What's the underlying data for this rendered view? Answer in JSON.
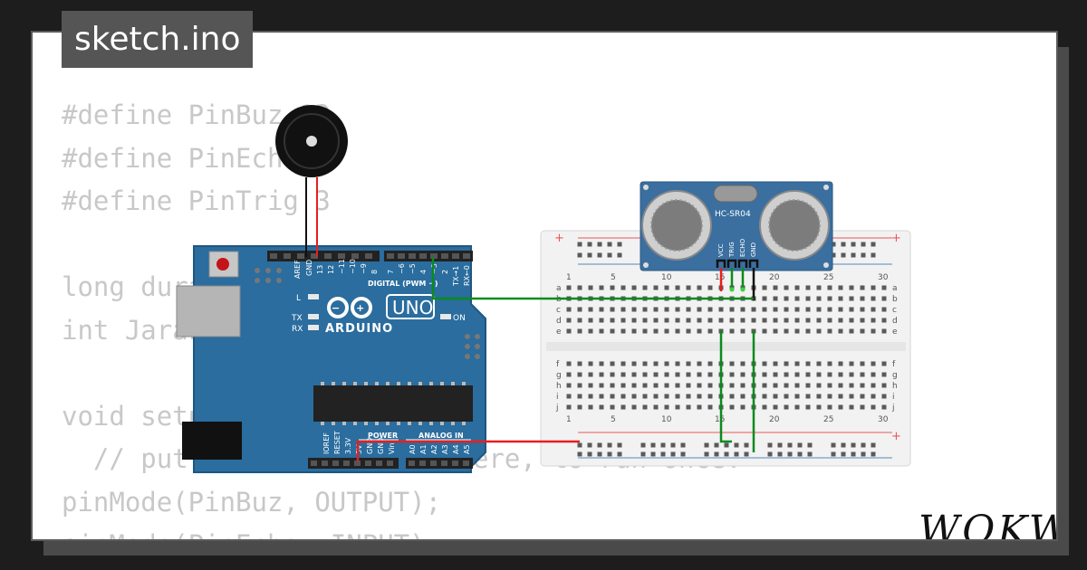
{
  "file_tab": {
    "label": "sketch.ino"
  },
  "code_lines": [
    "#define PinBuz 13",
    "#define PinEcho 2",
    "#define PinTrig 3",
    "",
    "long duration;",
    "int Jarak;",
    "",
    "void setup() {",
    "  // put your setup code here, to run once:",
    "pinMode(PinBuz, OUTPUT);",
    "pinMode(PinEcho, INPUT);"
  ],
  "brand": {
    "logo_text": "WOKWi"
  },
  "arduino": {
    "logo_text": "ARDUINO",
    "model_badge": "UNO",
    "digital_label": "DIGITAL (PWM ~)",
    "power_label": "POWER",
    "analog_label": "ANALOG IN",
    "on_label": "ON",
    "led_labels": [
      "L",
      "TX",
      "RX"
    ],
    "digital_pins_left": [
      "AREF",
      "GND",
      "13",
      "12",
      "~11",
      "~10",
      "~9",
      "8"
    ],
    "digital_pins_right": [
      "7",
      "~6",
      "~5",
      "4",
      "~3",
      "2",
      "TX→1",
      "RX←0"
    ],
    "power_pins": [
      "IOREF",
      "RESET",
      "3.3V",
      "5V",
      "GND",
      "GND",
      "Vin"
    ],
    "analog_pins": [
      "A0",
      "A1",
      "A2",
      "A3",
      "A4",
      "A5"
    ]
  },
  "sensor": {
    "name": "HC-SR04",
    "pins": [
      "VCC",
      "TRIG",
      "ECHO",
      "GND"
    ]
  },
  "breadboard": {
    "column_numbers": [
      "1",
      "5",
      "10",
      "15",
      "20",
      "25",
      "30"
    ],
    "rows_top": [
      "a",
      "b",
      "c",
      "d",
      "e"
    ],
    "rows_bottom": [
      "f",
      "g",
      "h",
      "i",
      "j"
    ]
  },
  "colors": {
    "board": "#2a6d9e",
    "wire_red": "#e81e1e",
    "wire_green": "#0c8a1c",
    "wire_black": "#111111"
  }
}
